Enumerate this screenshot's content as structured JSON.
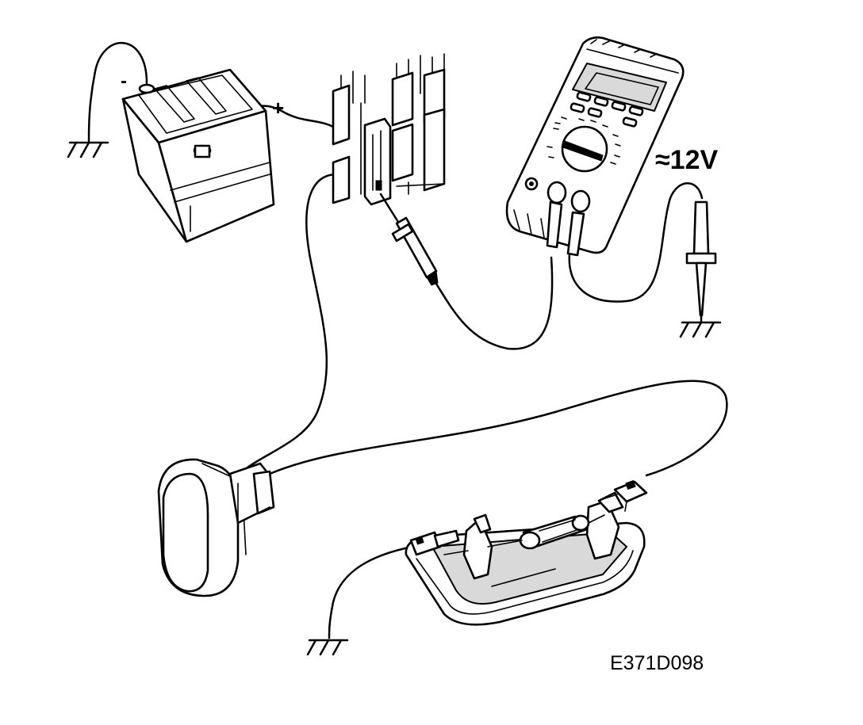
{
  "diagram": {
    "battery_negative_label": "-",
    "battery_positive_label": "+",
    "voltage_reading": "≈12V",
    "figure_code": "E371D098"
  },
  "components": {
    "battery": "battery",
    "fuse_box": "fuse-box",
    "multimeter": "multimeter",
    "switch": "rocker-switch",
    "lamp_unit": "lamp-housing",
    "grounds": [
      "battery-ground",
      "probe-ground",
      "lamp-ground"
    ]
  }
}
